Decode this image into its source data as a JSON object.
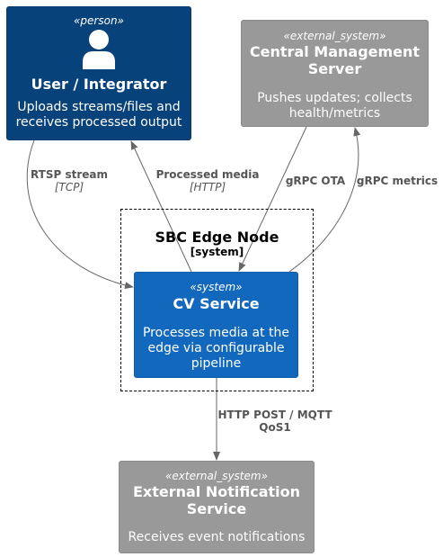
{
  "colors": {
    "person": "#08427b",
    "system": "#1168bd",
    "external_system": "#999999",
    "edge": "#666666",
    "edge_label": "#555555"
  },
  "nodes": {
    "person": {
      "stereotype": "«person»",
      "title": "User / Integrator",
      "description": "Uploads streams/files and receives processed output",
      "icon": "person-icon"
    },
    "cms": {
      "stereotype": "«external_system»",
      "title": "Central Management Server",
      "description": "Pushes updates; collects health/metrics"
    },
    "boundary": {
      "title": "SBC Edge Node",
      "type": "[system]"
    },
    "cv": {
      "stereotype": "«system»",
      "title": "CV Service",
      "description": "Processes media at the edge via configurable pipeline"
    },
    "ext": {
      "stereotype": "«external_system»",
      "title": "External Notification Service",
      "description": "Receives event notifications"
    }
  },
  "edges": [
    {
      "id": "rtsp",
      "from": "User / Integrator",
      "to": "CV Service",
      "label": "RTSP stream",
      "tech": "[TCP]"
    },
    {
      "id": "processed",
      "from": "CV Service",
      "to": "User / Integrator",
      "label": "Processed media",
      "tech": "[HTTP]"
    },
    {
      "id": "ota",
      "from": "Central Management Server",
      "to": "CV Service",
      "label": "gRPC OTA",
      "tech": ""
    },
    {
      "id": "metrics",
      "from": "CV Service",
      "to": "Central Management Server",
      "label": "gRPC metrics",
      "tech": ""
    },
    {
      "id": "notify",
      "from": "CV Service",
      "to": "External Notification Service",
      "label": "HTTP POST / MQTT QoS1",
      "tech": ""
    }
  ]
}
